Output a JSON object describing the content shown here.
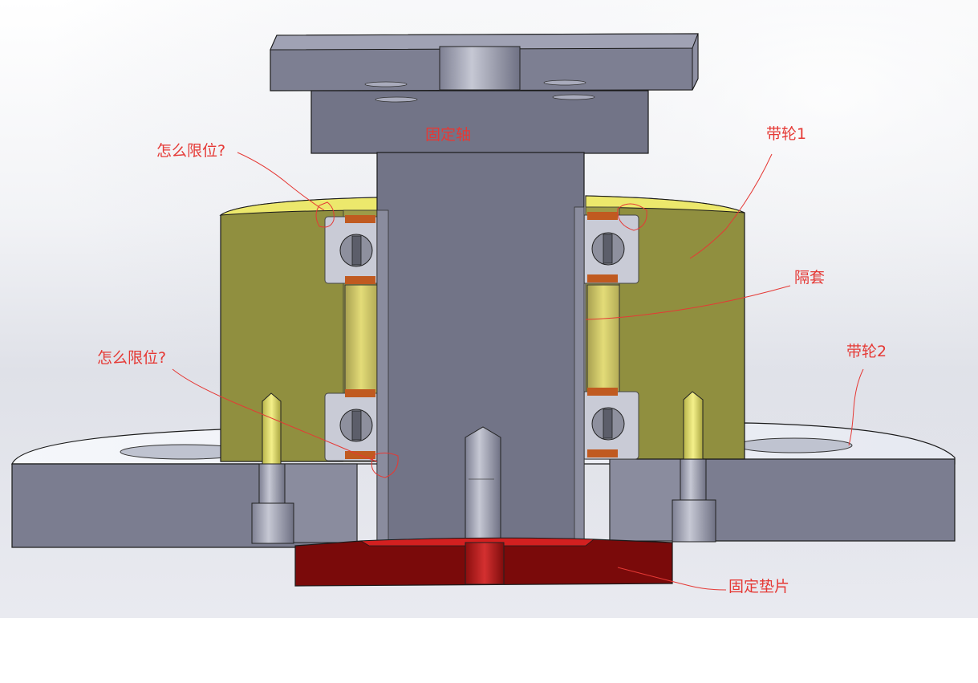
{
  "colors": {
    "annotation": "#e53935",
    "shaft": "#727487",
    "pulley1": "#8f8e3e",
    "pulley1_top": "#e8e46a",
    "base_plate": "#7a7c8f",
    "gasket": "#7a0a0a",
    "spacer": "#cfc35e",
    "bearing": "#c9cbd6",
    "background_top": "#c4c7d2"
  },
  "annotations": {
    "fixed_shaft": "固定轴",
    "pulley_1": "带轮1",
    "spacer": "隔套",
    "pulley_2": "带轮2",
    "fixed_gasket": "固定垫片",
    "question_upper": "怎么限位?",
    "question_lower": "怎么限位?"
  }
}
